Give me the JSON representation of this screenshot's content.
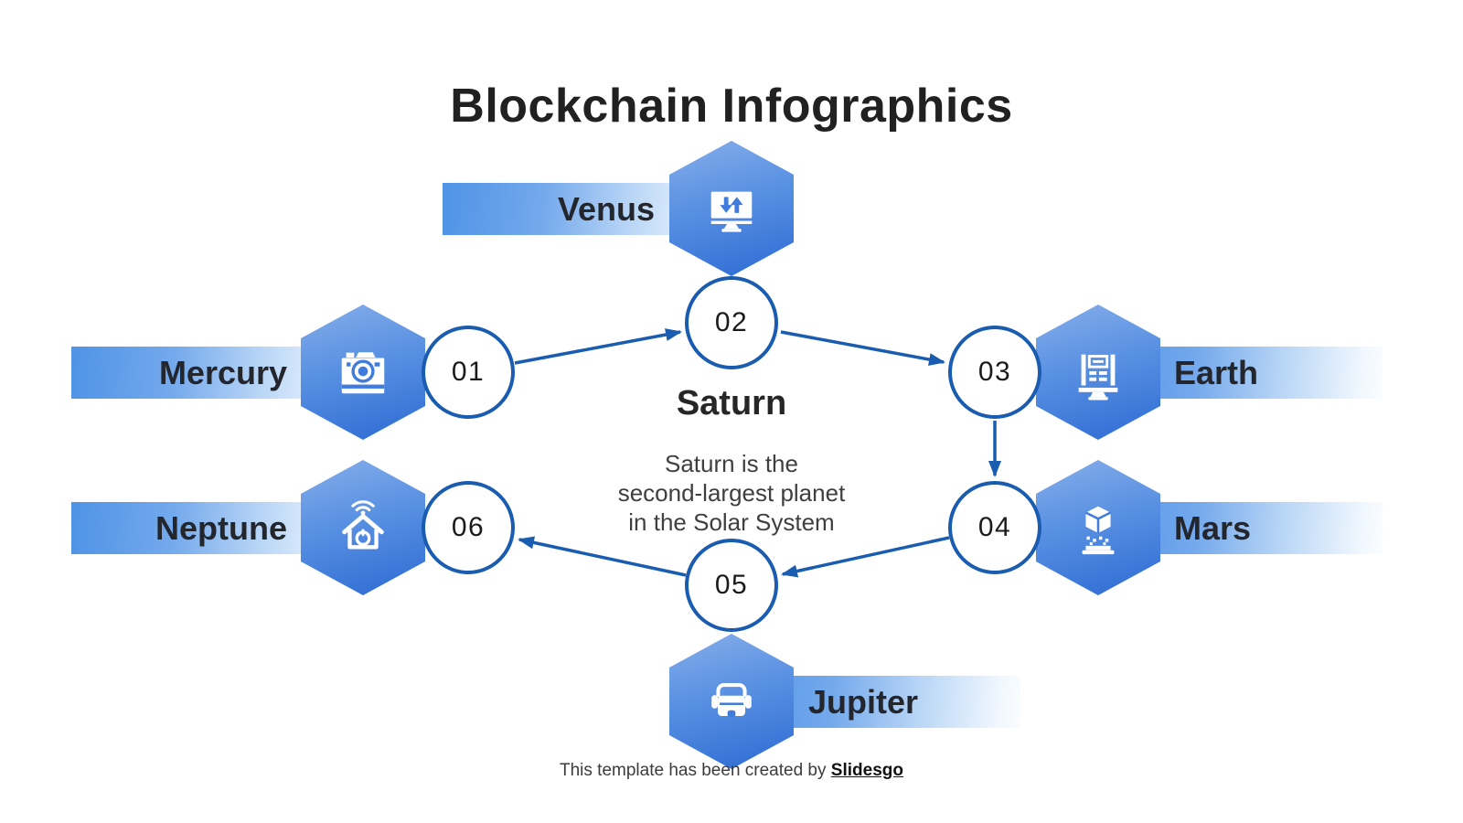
{
  "title": "Blockchain Infographics",
  "steps": [
    {
      "number": "01",
      "label": "Mercury",
      "icon": "camera-icon"
    },
    {
      "number": "02",
      "label": "Venus",
      "icon": "monitor-data-transfer-icon"
    },
    {
      "number": "03",
      "label": "Earth",
      "icon": "monitor-news-icon"
    },
    {
      "number": "04",
      "label": "Mars",
      "icon": "hologram-cube-icon"
    },
    {
      "number": "05",
      "label": "Jupiter",
      "icon": "vr-headset-icon"
    },
    {
      "number": "06",
      "label": "Neptune",
      "icon": "smart-home-icon"
    }
  ],
  "center": {
    "heading": "Saturn",
    "description_lines": {
      "0": "Saturn is the",
      "1": "second-largest planet",
      "2": "in the Solar System"
    }
  },
  "footer": {
    "text": "This template has been created by ",
    "brand": "Slidesgo"
  },
  "colors": {
    "hexagon_gradient_top": "#86aeea",
    "hexagon_gradient_bottom": "#2d6bd3",
    "bar_gradient_start": "#4f93e6",
    "bar_gradient_end": "#fbfdff",
    "circle_and_arrow_stroke": "#1a5caf",
    "icon_glyph_blue": "#3f7cdd",
    "text_dark": "#212121"
  }
}
